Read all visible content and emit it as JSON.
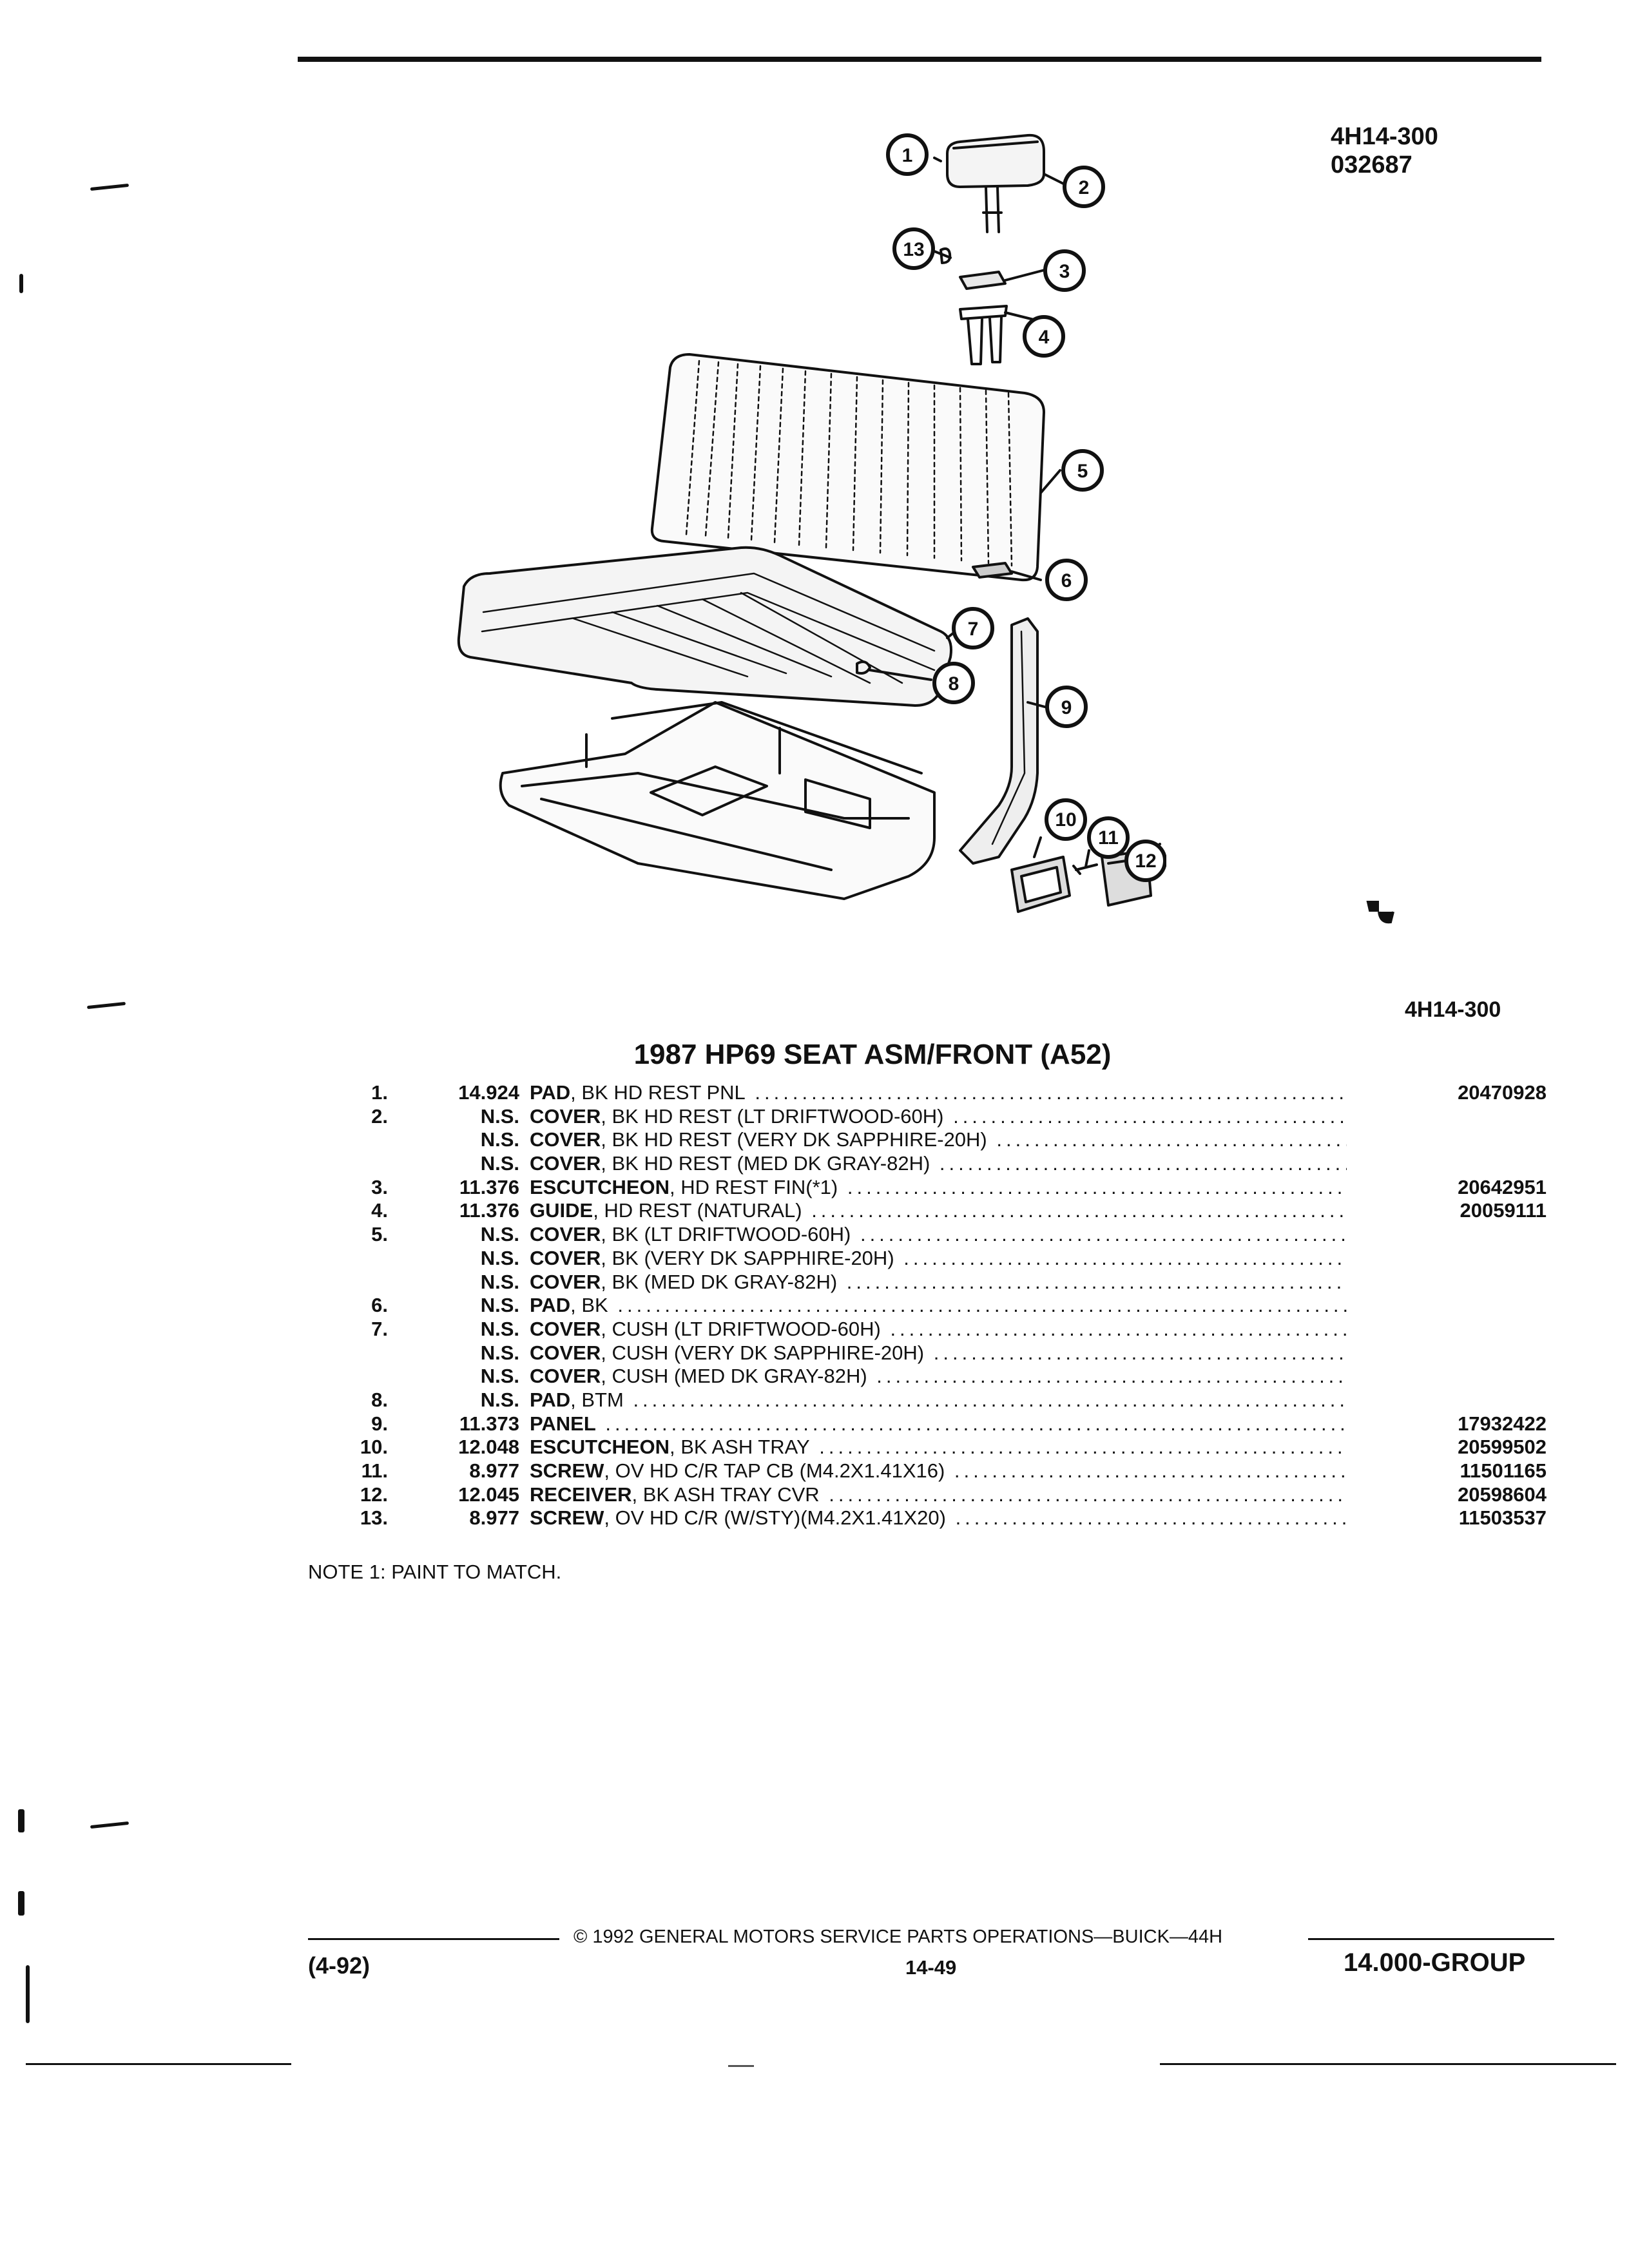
{
  "header": {
    "ref_code": "4H14-300",
    "ref_number": "032687"
  },
  "illustration": {
    "callouts": [
      "1",
      "2",
      "3",
      "4",
      "5",
      "6",
      "7",
      "8",
      "9",
      "10",
      "11",
      "12",
      "13"
    ],
    "caption_ref": "4H14-300"
  },
  "title": "1987 HP69 SEAT ASM/FRONT (A52)",
  "parts": [
    {
      "num": "1.",
      "code": "14.924",
      "name": "PAD",
      "desc": ", BK HD REST PNL",
      "pn": "20470928"
    },
    {
      "num": "2.",
      "code": "N.S.",
      "name": "COVER",
      "desc": ", BK HD REST (LT DRIFTWOOD-60H)",
      "pn": ""
    },
    {
      "num": "",
      "code": "N.S.",
      "name": "COVER",
      "desc": ", BK HD REST (VERY DK SAPPHIRE-20H)",
      "pn": ""
    },
    {
      "num": "",
      "code": "N.S.",
      "name": "COVER",
      "desc": ", BK HD REST (MED DK GRAY-82H)",
      "pn": ""
    },
    {
      "num": "3.",
      "code": "11.376",
      "name": "ESCUTCHEON",
      "desc": ", HD REST FIN(*1)",
      "pn": "20642951"
    },
    {
      "num": "4.",
      "code": "11.376",
      "name": "GUIDE",
      "desc": ", HD REST (NATURAL)",
      "pn": "20059111"
    },
    {
      "num": "5.",
      "code": "N.S.",
      "name": "COVER",
      "desc": ", BK (LT DRIFTWOOD-60H)",
      "pn": ""
    },
    {
      "num": "",
      "code": "N.S.",
      "name": "COVER",
      "desc": ", BK (VERY DK SAPPHIRE-20H)",
      "pn": ""
    },
    {
      "num": "",
      "code": "N.S.",
      "name": "COVER",
      "desc": ", BK (MED DK GRAY-82H)",
      "pn": ""
    },
    {
      "num": "6.",
      "code": "N.S.",
      "name": "PAD",
      "desc": ", BK",
      "pn": ""
    },
    {
      "num": "7.",
      "code": "N.S.",
      "name": "COVER",
      "desc": ", CUSH (LT DRIFTWOOD-60H)",
      "pn": ""
    },
    {
      "num": "",
      "code": "N.S.",
      "name": "COVER",
      "desc": ", CUSH (VERY DK SAPPHIRE-20H)",
      "pn": ""
    },
    {
      "num": "",
      "code": "N.S.",
      "name": "COVER",
      "desc": ", CUSH (MED DK GRAY-82H)",
      "pn": ""
    },
    {
      "num": "8.",
      "code": "N.S.",
      "name": "PAD",
      "desc": ", BTM",
      "pn": ""
    },
    {
      "num": "9.",
      "code": "11.373",
      "name": "PANEL",
      "desc": "",
      "pn": "17932422"
    },
    {
      "num": "10.",
      "code": "12.048",
      "name": "ESCUTCHEON",
      "desc": ", BK ASH TRAY",
      "pn": "20599502"
    },
    {
      "num": "11.",
      "code": "8.977",
      "name": "SCREW",
      "desc": ", OV HD C/R TAP CB (M4.2X1.41X16)",
      "pn": "11501165"
    },
    {
      "num": "12.",
      "code": "12.045",
      "name": "RECEIVER",
      "desc": ", BK ASH TRAY CVR",
      "pn": "20598604"
    },
    {
      "num": "13.",
      "code": "8.977",
      "name": "SCREW",
      "desc": ", OV HD C/R (W/STY)(M4.2X1.41X20)",
      "pn": "11503537"
    }
  ],
  "note": "NOTE  1:  PAINT TO MATCH.",
  "footer": {
    "copyright": "© 1992 GENERAL MOTORS SERVICE PARTS OPERATIONS—BUICK—44H",
    "date": "(4-92)",
    "page": "14-49",
    "group": "14.000-GROUP"
  }
}
